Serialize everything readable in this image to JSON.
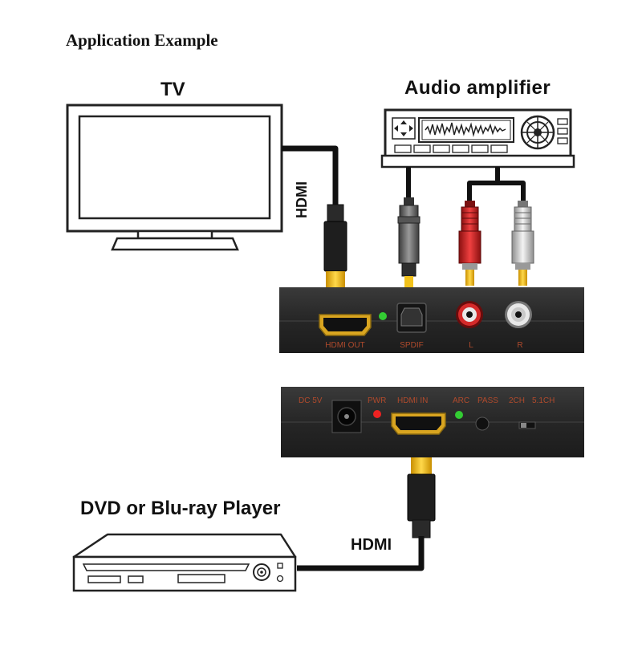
{
  "title": "Application Example",
  "labels": {
    "tv": "TV",
    "amplifier": "Audio amplifier",
    "player": "DVD or Blu-ray Player",
    "hdmi_cable_top": "HDMI",
    "hdmi_cable_bottom": "HDMI"
  },
  "out_panel": {
    "ports": [
      "HDMI OUT",
      "SPDIF",
      "L",
      "R"
    ]
  },
  "in_panel": {
    "labels": [
      "DC 5V",
      "PWR",
      "HDMI IN",
      "ARC",
      "PASS",
      "2CH",
      "5.1CH"
    ]
  },
  "colors": {
    "panel": "#2b2b2b",
    "port_label": "#b04a2c",
    "hdmi_plug": "#f2c21b",
    "led_green": "#33cc33",
    "led_red": "#ee2222",
    "rca_red": "#d42a2a",
    "rca_white": "#d8d8d8"
  }
}
